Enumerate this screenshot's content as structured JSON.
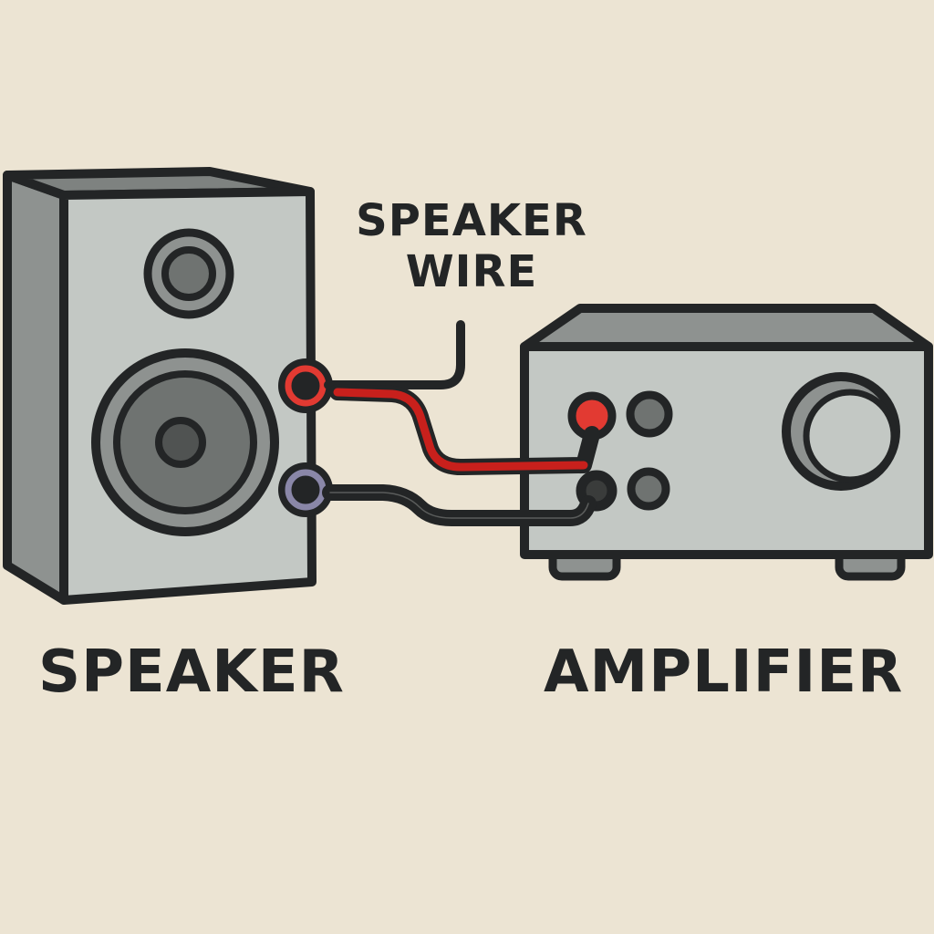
{
  "labels": {
    "speaker": "SPEAKER",
    "amplifier": "AMPLIFIER",
    "wire_line1": "SPEAKER",
    "wire_line2": "WIRE"
  },
  "colors": {
    "background": "#ece4d3",
    "outline": "#232526",
    "panel_light": "#c3c8c4",
    "panel_dark": "#8e9290",
    "driver_dark": "#6f7371",
    "red_terminal": "#e23a32",
    "red_wire": "#c8201c",
    "purple_terminal": "#8a87a8"
  },
  "components": [
    {
      "id": "speaker",
      "terminals": [
        "positive (red)",
        "negative (purple)"
      ]
    },
    {
      "id": "amplifier",
      "terminals": [
        "positive (red)",
        "negative (black)",
        "unused",
        "unused"
      ],
      "controls": [
        "volume knob"
      ]
    }
  ]
}
